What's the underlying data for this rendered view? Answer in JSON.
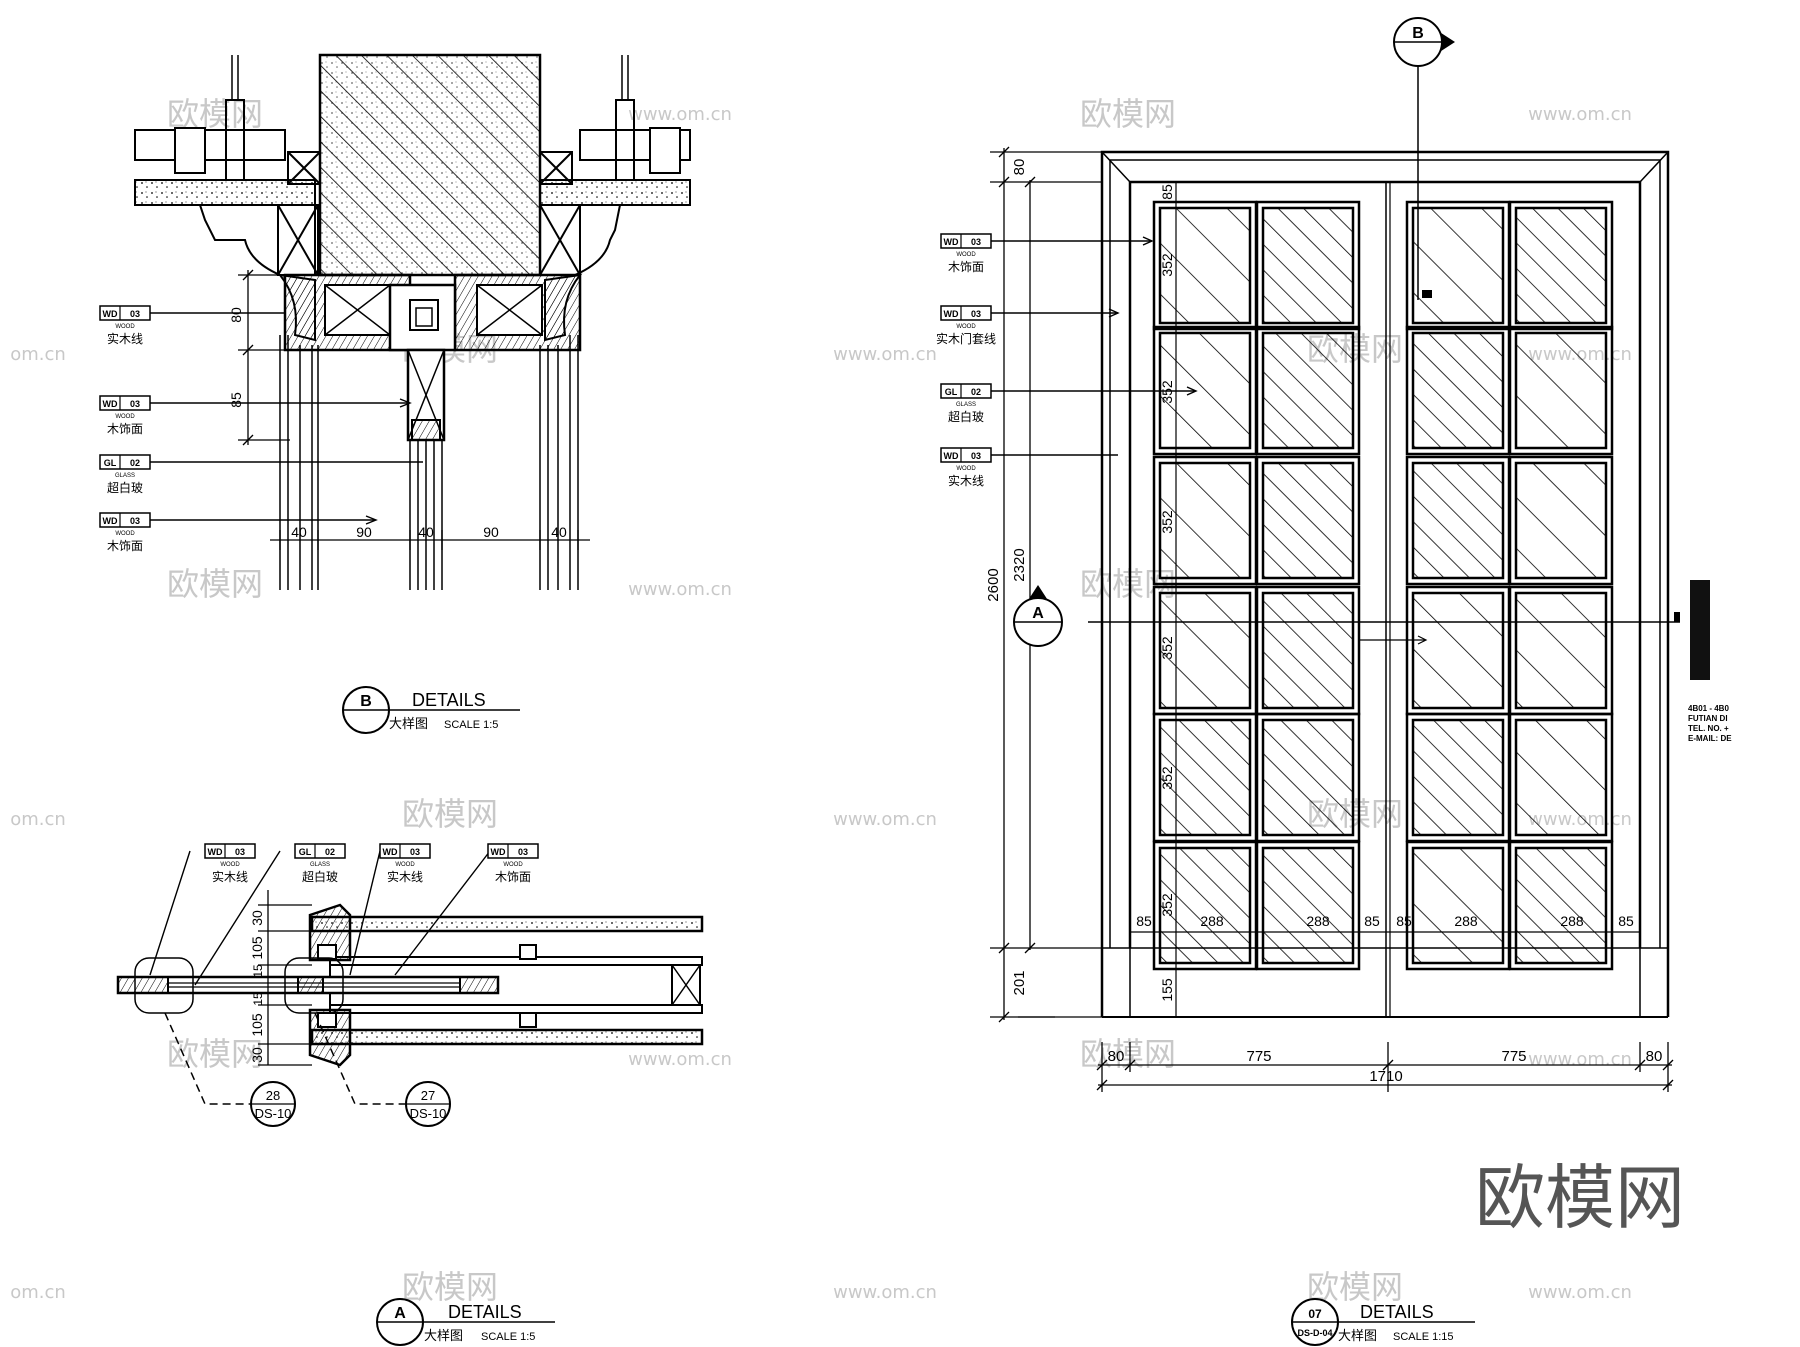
{
  "watermark": {
    "brand": "欧模网",
    "url": "www.om.cn",
    "url_short": "om.cn",
    "corner_logo": "欧模网"
  },
  "detail_b": {
    "marker": "B",
    "title": "DETAILS",
    "subtitle": "大样图",
    "scale": "SCALE  1:5",
    "tags": [
      {
        "code": "WD",
        "num": "03",
        "sub": "WOOD",
        "label": "实木线"
      },
      {
        "code": "WD",
        "num": "03",
        "sub": "WOOD",
        "label": "木饰面"
      },
      {
        "code": "GL",
        "num": "02",
        "sub": "GLASS",
        "label": "超白玻"
      },
      {
        "code": "WD",
        "num": "03",
        "sub": "WOOD",
        "label": "木饰面"
      }
    ],
    "dims_vertical": [
      "80",
      "85"
    ],
    "dims_horizontal": [
      "40",
      "90",
      "40",
      "90",
      "40"
    ]
  },
  "detail_a": {
    "marker": "A",
    "title": "DETAILS",
    "subtitle": "大样图",
    "scale": "SCALE  1:5",
    "tags": [
      {
        "code": "WD",
        "num": "03",
        "sub": "WOOD",
        "label": "实木线"
      },
      {
        "code": "GL",
        "num": "02",
        "sub": "GLASS",
        "label": "超白玻"
      },
      {
        "code": "WD",
        "num": "03",
        "sub": "WOOD",
        "label": "实木线"
      },
      {
        "code": "WD",
        "num": "03",
        "sub": "WOOD",
        "label": "木饰面"
      }
    ],
    "dims_vertical": [
      "30",
      "105",
      "15",
      "15",
      "105",
      "30"
    ],
    "callouts": [
      {
        "num": "28",
        "ref": "DS-10"
      },
      {
        "num": "27",
        "ref": "DS-10"
      }
    ]
  },
  "elevation": {
    "marker_num": "07",
    "marker_ref": "DS-D-04",
    "title": "DETAILS",
    "subtitle": "大样图",
    "scale": "SCALE  1:15",
    "section_b": "B",
    "section_a": "A",
    "tags": [
      {
        "code": "WD",
        "num": "03",
        "sub": "WOOD",
        "label": "木饰面"
      },
      {
        "code": "WD",
        "num": "03",
        "sub": "WOOD",
        "label": "实木门套线"
      },
      {
        "code": "GL",
        "num": "02",
        "sub": "GLASS",
        "label": "超白玻"
      },
      {
        "code": "WD",
        "num": "03",
        "sub": "WOOD",
        "label": "实木线"
      }
    ],
    "dims_left_outer": [
      "80",
      "2600",
      "201"
    ],
    "dims_left_inner": "2320",
    "dims_grid_vertical": [
      "85",
      "352",
      "352",
      "352",
      "352",
      "352",
      "352",
      "155"
    ],
    "dims_grid_horizontal": [
      "85",
      "288",
      "288",
      "85",
      "85",
      "288",
      "288",
      "85"
    ],
    "dims_bottom": [
      "80",
      "775",
      "775",
      "80"
    ],
    "dims_total": "1710",
    "titleblock": [
      "4B01 - 4B0",
      "FUTIAN DI",
      "TEL. NO. +",
      "E-MAIL: DE"
    ]
  }
}
